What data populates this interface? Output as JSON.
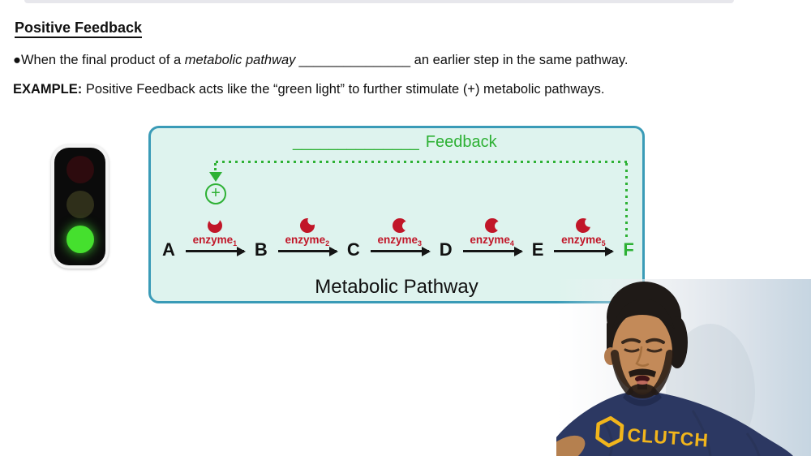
{
  "header": {
    "title": "Positive Feedback"
  },
  "bullet": {
    "marker": "●",
    "lead": "When the final product of a ",
    "emphasis": "metabolic pathway",
    "blank": "_______________",
    "tail": " an earlier step in the same pathway."
  },
  "example": {
    "label": "EXAMPLE:",
    "text": " Positive Feedback acts like the “green light” to further stimulate (+) metabolic pathways."
  },
  "traffic_light": {
    "green_on_color": "#45e02e",
    "red_off_color": "#2d0b0e",
    "yellow_off_color": "#2f2f1a"
  },
  "diagram": {
    "accent_green": "#2eb135",
    "enzyme_red": "#c11628",
    "border_color": "#3a9bb7",
    "bg_color": "#def3ee",
    "feedback_blank": "______________",
    "feedback_label": "Feedback",
    "plus_symbol": "+",
    "steps": [
      "A",
      "B",
      "C",
      "D",
      "E",
      "F"
    ],
    "enzymes": [
      {
        "label": "enzyme",
        "sub": "1"
      },
      {
        "label": "enzyme",
        "sub": "2"
      },
      {
        "label": "enzyme",
        "sub": "3"
      },
      {
        "label": "enzyme",
        "sub": "4"
      },
      {
        "label": "enzyme",
        "sub": "5"
      }
    ],
    "caption": "Metabolic Pathway"
  },
  "webcam": {
    "shirt_text": "CLUTCH",
    "shirt_color": "#2c3862",
    "logo_color": "#f1b51c"
  }
}
